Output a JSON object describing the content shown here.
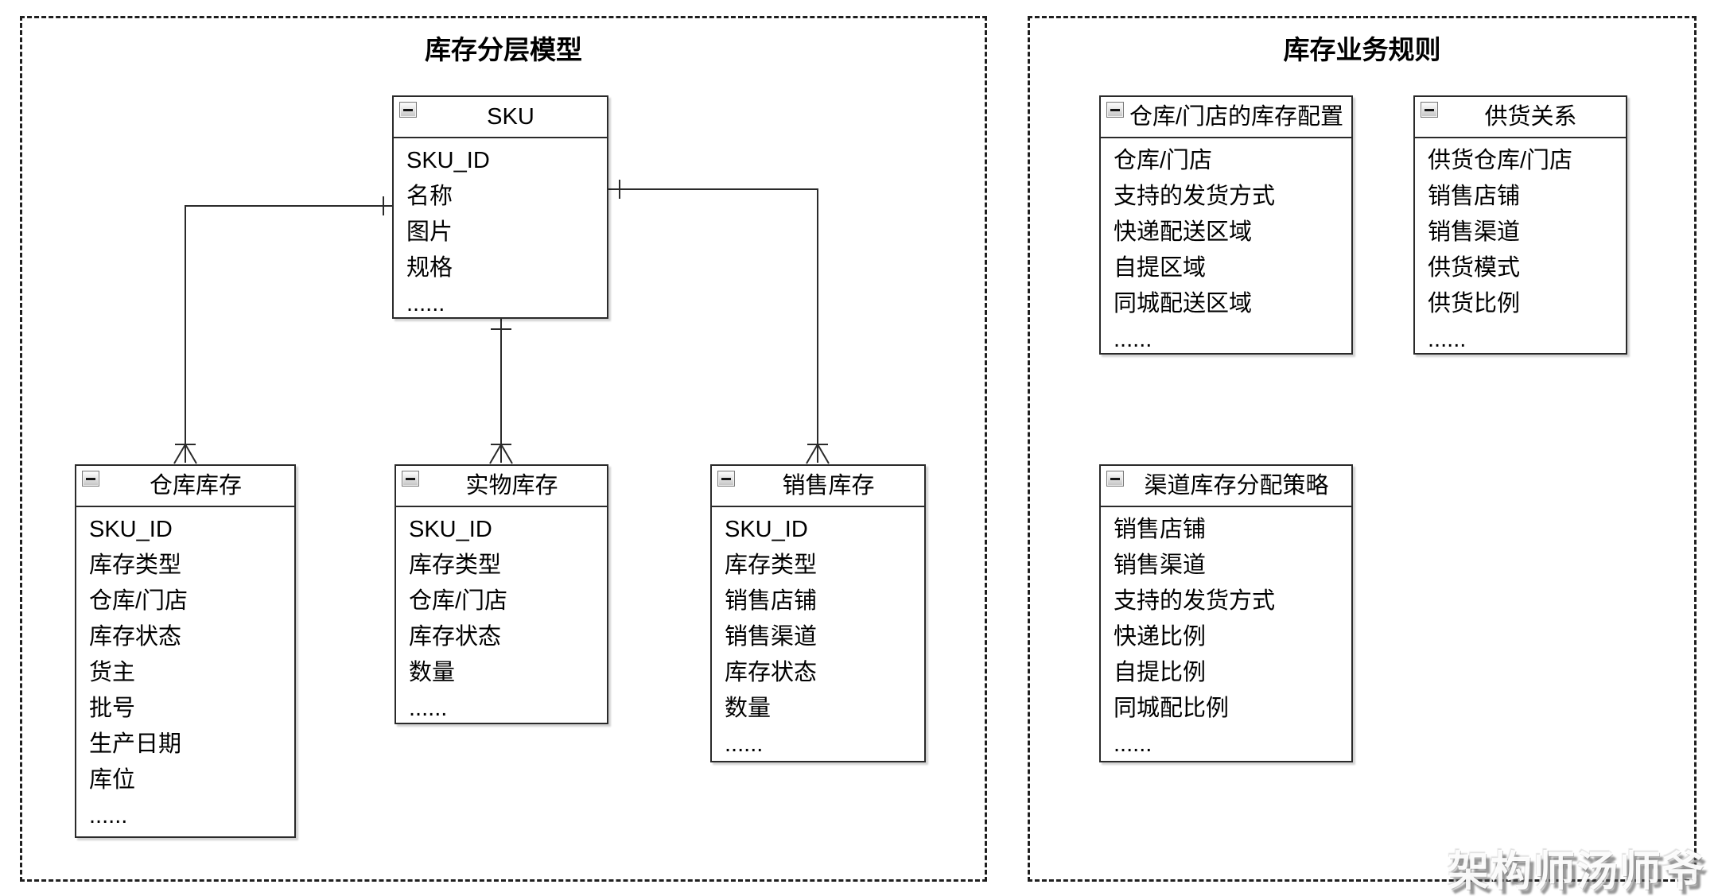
{
  "panels": [
    {
      "title": "库存分层模型",
      "entities": [
        {
          "title": "SKU",
          "fields": [
            "SKU_ID",
            "名称",
            "图片",
            "规格",
            "......"
          ]
        },
        {
          "title": "仓库库存",
          "fields": [
            "SKU_ID",
            "库存类型",
            "仓库/门店",
            "库存状态",
            "货主",
            "批号",
            "生产日期",
            "库位",
            "......"
          ]
        },
        {
          "title": "实物库存",
          "fields": [
            "SKU_ID",
            "库存类型",
            "仓库/门店",
            "库存状态",
            "数量",
            "......"
          ]
        },
        {
          "title": "销售库存",
          "fields": [
            "SKU_ID",
            "库存类型",
            "销售店铺",
            "销售渠道",
            "库存状态",
            "数量",
            "......"
          ]
        }
      ]
    },
    {
      "title": "库存业务规则",
      "entities": [
        {
          "title": "仓库/门店的库存配置",
          "fields": [
            "仓库/门店",
            "支持的发货方式",
            "快递配送区域",
            "自提区域",
            "同城配送区域",
            "......"
          ]
        },
        {
          "title": "供货关系",
          "fields": [
            "供货仓库/门店",
            "销售店铺",
            "销售渠道",
            "供货模式",
            "供货比例",
            "......"
          ]
        },
        {
          "title": "渠道库存分配策略",
          "fields": [
            "销售店铺",
            "销售渠道",
            "支持的发货方式",
            "快递比例",
            "自提比例",
            "同城配比例",
            "......"
          ]
        }
      ]
    }
  ],
  "relationships": [
    {
      "from": "SKU",
      "to": "仓库库存",
      "cardinality": "one-to-many"
    },
    {
      "from": "SKU",
      "to": "实物库存",
      "cardinality": "one-to-many"
    },
    {
      "from": "SKU",
      "to": "销售库存",
      "cardinality": "one-to-many"
    }
  ],
  "icons": {
    "collapse": "collapse-minus-icon"
  },
  "colors": {
    "line": "#2a2a2a",
    "box_border": "#2a2a2a",
    "dashed_border": "#1f1f1f",
    "background": "#ffffff",
    "text": "#000000",
    "watermark_text": "#ffffff",
    "watermark_shadow": "#555555"
  },
  "watermark": "架构师汤师爷"
}
